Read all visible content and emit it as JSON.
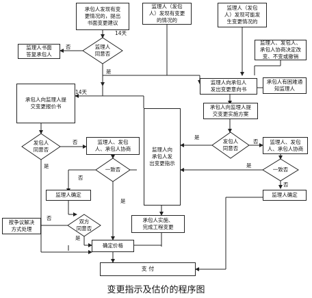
{
  "title": "变更指示及估价的程序图",
  "boxes": {
    "contractor_propose": "承包人发现有变\n更情况的，提出\n书面变更建议",
    "engineer_discover": "监理人（发包\n人）发现有变更\n的情况的",
    "engineer_possible": "监理人（发包\n人）发现可能发\n生变更情况的",
    "engineer_reply": "监理人书面\n答复承包人",
    "tripartite_right": "监理人、发包人、\n承包人协商决定改\n变、不变或撤销",
    "engineer_intent": "监理人向承包人\n发出变更意向书",
    "contractor_notify": "承包人有困难通\n知监理人",
    "contractor_quote_submit": "承包人向监理人提\n交变更报价书",
    "contractor_plan": "承包人向监理人提\n交变更实施方案",
    "tripartite_left": "监理人、发包\n人、承包人协商",
    "engineer_instruction": "监理人向\n承包人发\n出变更指示",
    "tripartite_mid": "监理人、发包\n人、承包人协商",
    "engineer_determine_left": "监理人确定",
    "engineer_determine_right": "监理人确定",
    "dispute": "按争议解决\n方式处理",
    "contractor_implement": "承包人实施、\n完成工程变更",
    "determine_price": "确定价格",
    "payment": "支 付"
  },
  "diamonds": {
    "engineer_agree": "监理人\n同意否",
    "client_agree_left": "发包人\n同意否",
    "consistent_left": "一致否",
    "both_agree": "双方\n同意否",
    "client_agree_right": "发包人\n同意否",
    "consistent_right": "一致否"
  },
  "labels": {
    "days_14_top": "14天",
    "days_14_mid": "14天",
    "no_reply": "否",
    "yes_intent": "是",
    "no_client_left": "否",
    "yes_client_left": "是",
    "no_consistent_left": "否",
    "yes_consistent_left": "是",
    "no_both": "否",
    "yes_both": "是",
    "yes_client_right": "是",
    "no_client_right": "否",
    "yes_consistent_right": "是",
    "no_consistent_right": "否"
  }
}
